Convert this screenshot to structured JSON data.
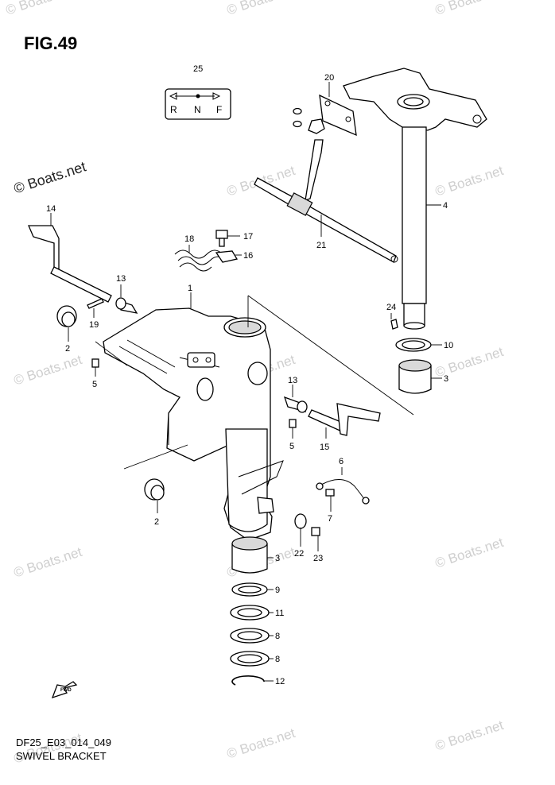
{
  "title": "FIG.49",
  "footer": {
    "code": "DF25_E03_014_049",
    "name": "SWIVEL BRACKET"
  },
  "watermark": "© Boats.net",
  "fwd_label": "FWD",
  "shift_sign": {
    "r": "R",
    "n": "N",
    "f": "F"
  },
  "callouts": [
    "25",
    "20",
    "4",
    "14",
    "18",
    "17",
    "16",
    "21",
    "13",
    "1",
    "24",
    "19",
    "2",
    "10",
    "5",
    "3",
    "13",
    "5",
    "15",
    "6",
    "2",
    "7",
    "22",
    "23",
    "3",
    "9",
    "11",
    "8",
    "8",
    "12"
  ]
}
